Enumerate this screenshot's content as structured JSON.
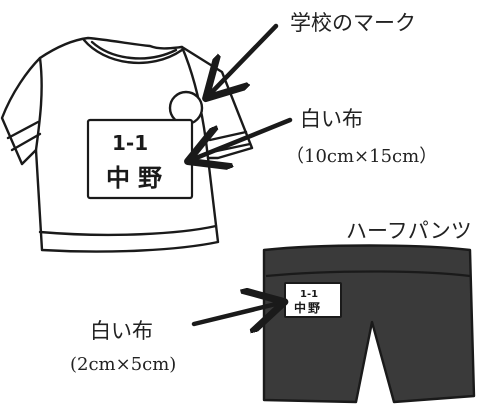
{
  "labels": {
    "school_mark": "学校のマーク",
    "shirt_cloth": "白い布",
    "shirt_cloth_size": "（10cm×15cm）",
    "half_pants": "ハーフパンツ",
    "pants_cloth": "白い布",
    "pants_cloth_size": "(2cm×5cm)"
  },
  "name_tag": {
    "class": "1-1",
    "name": "中野"
  },
  "colors": {
    "ink": "#1a1a1a",
    "pants": "#3a3a3a",
    "paper": "#ffffff"
  }
}
